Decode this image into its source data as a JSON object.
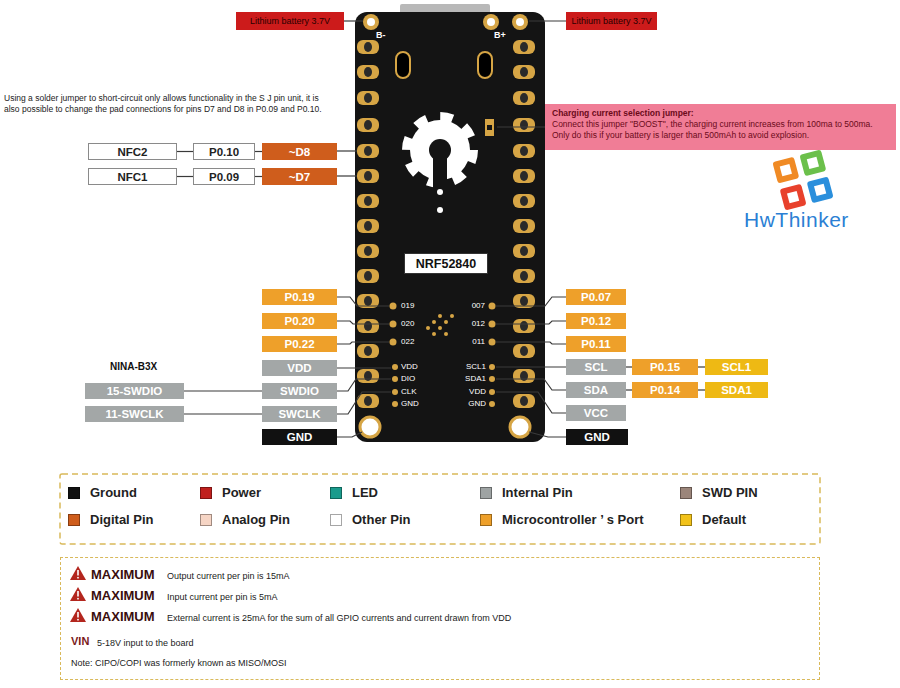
{
  "diagram": {
    "nodes": [
      {
        "text": [
          "Lithium battery 3.7V"
        ]
      },
      {
        "text": [
          "Lithium battery 3.7V"
        ]
      },
      {
        "text": [
          "Charging current selection jumper:",
          "Connect this jumper \"BOOST\", the charging current increases from 100ma to 500ma. Only do this if your battery is larger than 500mAh to avoid explosion."
        ]
      },
      {
        "text": [
          "NFC2"
        ]
      },
      {
        "text": [
          "P0.10"
        ]
      },
      {
        "text": [
          "~D8"
        ]
      },
      {
        "text": [
          "NFC1"
        ]
      },
      {
        "text": [
          "P0.09"
        ]
      },
      {
        "text": [
          "~D7"
        ]
      },
      {
        "text": [
          "NRF52840"
        ]
      },
      {
        "text": [
          "P0.19"
        ]
      },
      {
        "text": [
          "P0.20"
        ]
      },
      {
        "text": [
          "P0.22"
        ]
      },
      {
        "text": [
          "P0.07"
        ]
      },
      {
        "text": [
          "P0.12"
        ]
      },
      {
        "text": [
          "P0.11"
        ]
      },
      {
        "text": [
          "VDD"
        ]
      },
      {
        "text": [
          "SCL"
        ]
      },
      {
        "text": [
          "P0.15"
        ]
      },
      {
        "text": [
          "SCL1"
        ]
      },
      {
        "text": [
          "15-SWDIO"
        ]
      },
      {
        "text": [
          "SWDIO"
        ]
      },
      {
        "text": [
          "SDA"
        ]
      },
      {
        "text": [
          "P0.14"
        ]
      },
      {
        "text": [
          "SDA1"
        ]
      },
      {
        "text": [
          "11-SWCLK"
        ]
      },
      {
        "text": [
          "SWCLK"
        ]
      },
      {
        "text": [
          "VCC"
        ]
      },
      {
        "text": [
          "GND"
        ]
      },
      {
        "text": [
          "GND"
        ]
      },
      {
        "text": [
          "MAXIMUM",
          "Output current per pin is 15mA",
          "MAXIMUM",
          "Input current per pin is 5mA",
          "MAXIMUM",
          "External current is 25mA for the sum of all GPIO currents and current drawn from VDD",
          "VIN",
          "5-18V input to the board",
          "Note: CIPO/COPI was formerly known as MISO/MOSI"
        ]
      }
    ],
    "edges": [
      {
        "from": 3,
        "to": 4,
        "arrow": "none"
      },
      {
        "from": 4,
        "to": 5,
        "arrow": "none"
      },
      {
        "from": 6,
        "to": 7,
        "arrow": "none"
      },
      {
        "from": 7,
        "to": 8,
        "arrow": "none"
      },
      {
        "from": 17,
        "to": 18,
        "arrow": "none"
      },
      {
        "from": 18,
        "to": 19,
        "arrow": "none"
      },
      {
        "from": 20,
        "to": 21,
        "arrow": "none"
      },
      {
        "from": 22,
        "to": 23,
        "arrow": "none"
      },
      {
        "from": 23,
        "to": 24,
        "arrow": "none"
      },
      {
        "from": 25,
        "to": 26,
        "arrow": "none"
      }
    ],
    "labels": [
      "B-",
      "B+",
      "Using a solder jumper to short-circuit only allows functionality in the S J pin unit, it is also possible to change the pad connections for pins D7 and D8 in P0.09 and P0.10.",
      "019",
      "020",
      "022",
      "007",
      "012",
      "011",
      "VDD",
      "DIO",
      "CLK",
      "GND",
      "SCL1",
      "SDA1",
      "VDD",
      "GND",
      "NINA-B3X",
      "HwThinker"
    ],
    "legend": [
      {
        "text": "Ground",
        "color": "#111111"
      },
      {
        "text": "Power",
        "color": "#c0201e"
      },
      {
        "text": "LED",
        "color": "#1a9b8c"
      },
      {
        "text": "Internal Pin",
        "color": "#9ea3a3"
      },
      {
        "text": "SWD PIN",
        "color": "#9b857a"
      },
      {
        "text": "Digital Pin",
        "color": "#cf5d1c"
      },
      {
        "text": "Analog Pin",
        "color": "#f6d5c5"
      },
      {
        "text": "Other Pin",
        "color": "#ffffff"
      },
      {
        "text": "Microcontroller ’ s Port",
        "color": "#eea02a"
      },
      {
        "text": "Default",
        "color": "#f2c21a"
      }
    ]
  }
}
